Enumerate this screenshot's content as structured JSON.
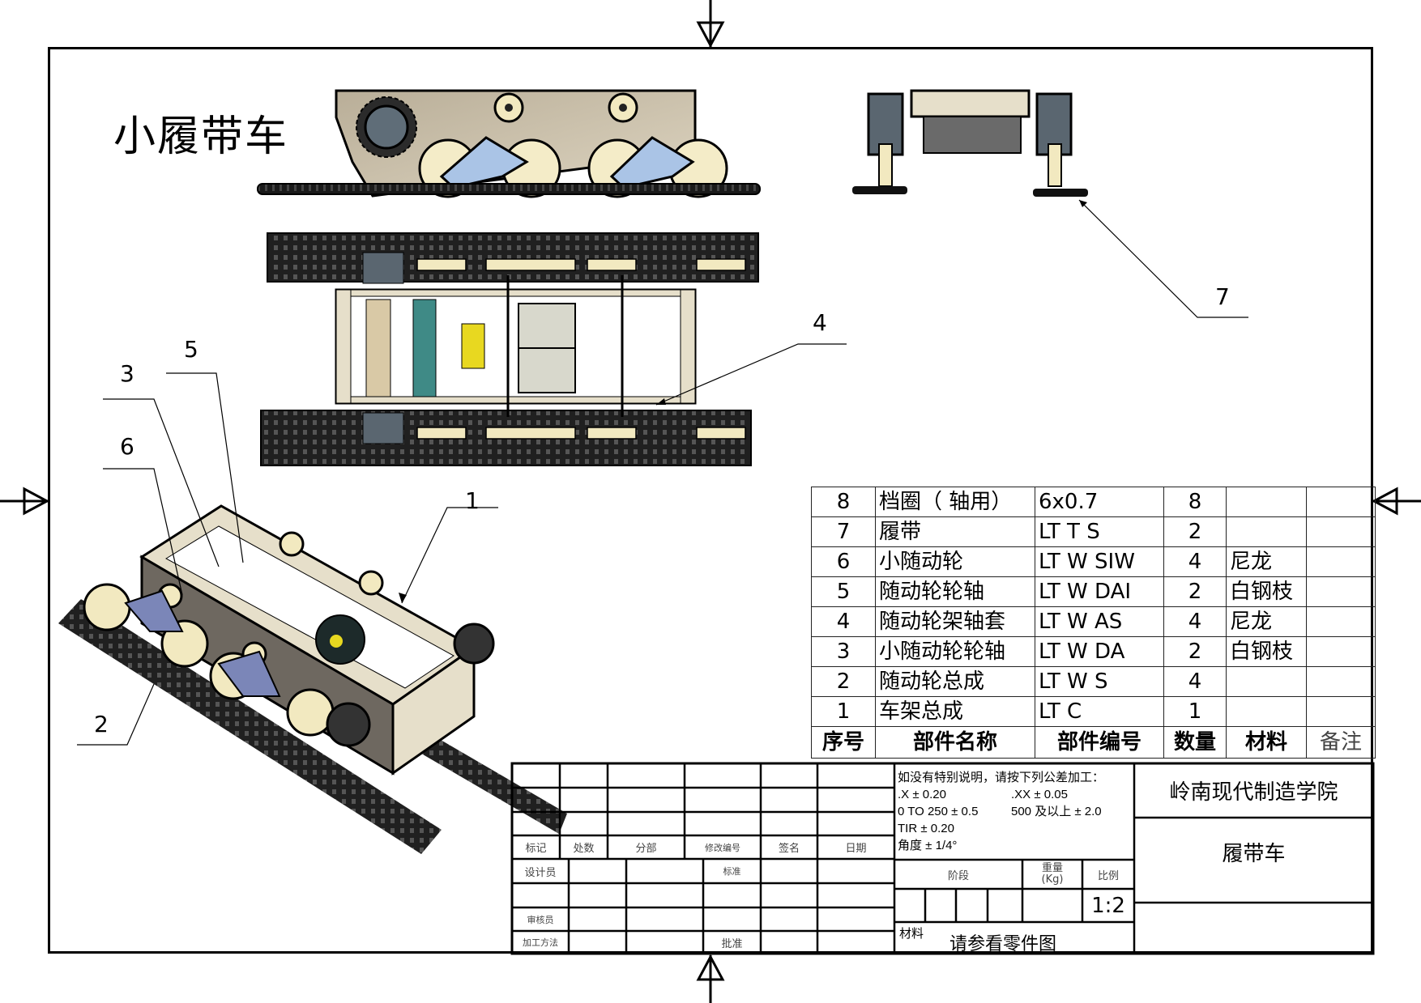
{
  "drawing": {
    "title": "小履带车",
    "callouts": [
      {
        "id": "1",
        "label": "1"
      },
      {
        "id": "2",
        "label": "2"
      },
      {
        "id": "3",
        "label": "3"
      },
      {
        "id": "4",
        "label": "4"
      },
      {
        "id": "5",
        "label": "5"
      },
      {
        "id": "6",
        "label": "6"
      },
      {
        "id": "7",
        "label": "7"
      }
    ],
    "views": [
      "front-view",
      "top-view",
      "side-view",
      "isometric-view"
    ]
  },
  "bom": {
    "headers": [
      "序号",
      "部件名称",
      "部件编号",
      "数量",
      "材料",
      "备注"
    ],
    "rows": [
      {
        "no": "8",
        "name": "档圈（ 轴用）",
        "code": "6x0.7",
        "qty": "8",
        "material": "",
        "note": ""
      },
      {
        "no": "7",
        "name": "履带",
        "code": "LT T S",
        "qty": "2",
        "material": "",
        "note": ""
      },
      {
        "no": "6",
        "name": "小随动轮",
        "code": "LT W SIW",
        "qty": "4",
        "material": "尼龙",
        "note": ""
      },
      {
        "no": "5",
        "name": "随动轮轮轴",
        "code": "LT W DAI",
        "qty": "2",
        "material": "白钢枝",
        "note": ""
      },
      {
        "no": "4",
        "name": "随动轮架轴套",
        "code": "LT W AS",
        "qty": "4",
        "material": "尼龙",
        "note": ""
      },
      {
        "no": "3",
        "name": "小随动轮轮轴",
        "code": "LT W DA",
        "qty": "2",
        "material": "白钢枝",
        "note": ""
      },
      {
        "no": "2",
        "name": "随动轮总成",
        "code": "LT W S",
        "qty": "4",
        "material": "",
        "note": ""
      },
      {
        "no": "1",
        "name": "车架总成",
        "code": "LT C",
        "qty": "1",
        "material": "",
        "note": ""
      }
    ]
  },
  "title_block": {
    "revision_headers": [
      "标记",
      "处数",
      "分部",
      "修改编号",
      "签名",
      "日期"
    ],
    "designer": "设计员",
    "standard": "标准",
    "reviewer": "审核员",
    "process": "加工方法",
    "approve": "批准",
    "tolerance": {
      "intro": "如没有特别说明，请按下列公差加工：",
      "x": ".X ± 0.20",
      "xx": ".XX ± 0.05",
      "range1": "0 TO 250 ± 0.5",
      "range2": "500 及以上 ± 2.0",
      "tir": "TIR ± 0.20",
      "angle": "角度 ± 1/4°"
    },
    "stage_label": "阶段",
    "weight_label": "重量",
    "weight_unit": "(Kg)",
    "scale_label": "比例",
    "scale_value": "1:2",
    "material_label": "材料",
    "material_value": "请参看零件图",
    "organization": "岭南现代制造学院",
    "part_title": "履带车"
  }
}
